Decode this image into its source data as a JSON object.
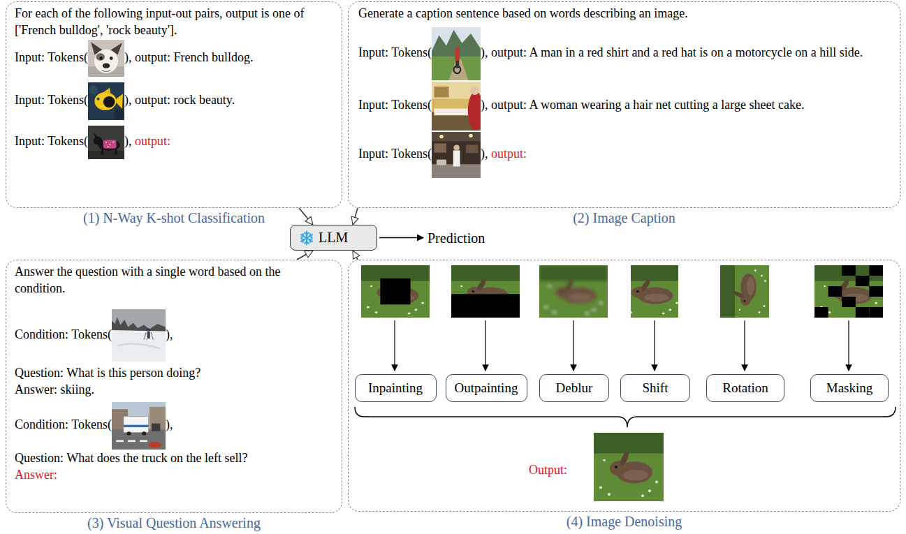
{
  "diagram": {
    "nodes": [
      {
        "text": [
          "For each of the following input-out pairs, output is one of ['French bulldog', 'rock beauty'].",
          "Input: Tokens(",
          "), output: French bulldog.",
          "Input: Tokens(",
          "), output: rock beauty.",
          "Input: Tokens(",
          "),",
          "output:",
          "(1) N-Way K-shot Classification"
        ]
      },
      {
        "text": [
          "Generate a caption sentence based on words describing an image.",
          "Input: Tokens(",
          "), output: A man in a red shirt and a red hat is on a motorcycle on a hill side.",
          "Input: Tokens(",
          "), output: A woman wearing a hair net cutting a large sheet cake.",
          "Input: Tokens(",
          "),",
          "output:",
          "(2) Image Caption"
        ]
      },
      {
        "text": [
          "LLM"
        ]
      },
      {
        "text": [
          "Answer the question with a single word based on the condition.",
          "Condition: Tokens(",
          "),",
          "Question: What is this person doing?",
          "Answer: skiing.",
          "Condition: Tokens(",
          "),",
          "Question: What does the truck on the left sell?",
          "Answer:",
          "(3) Visual Question Answering"
        ]
      },
      {
        "text": [
          "Output:",
          "(4) Image Denoising"
        ]
      },
      {
        "text": [
          "Inpainting"
        ],
        "in": 4
      },
      {
        "text": [
          "Outpainting"
        ],
        "in": 4
      },
      {
        "text": [
          "Deblur"
        ],
        "in": 4
      },
      {
        "text": [
          "Shift"
        ],
        "in": 4
      },
      {
        "text": [
          "Rotation"
        ],
        "in": 4
      },
      {
        "text": [
          "Masking"
        ],
        "in": 4
      }
    ],
    "edges": [
      {
        "from": 0,
        "to": 2,
        "arrow": "to"
      },
      {
        "from": 1,
        "to": 2,
        "arrow": "to"
      },
      {
        "from": 3,
        "to": 2,
        "arrow": "to"
      },
      {
        "from": 4,
        "to": 2,
        "arrow": "to"
      }
    ],
    "labels": [
      "Prediction"
    ]
  }
}
